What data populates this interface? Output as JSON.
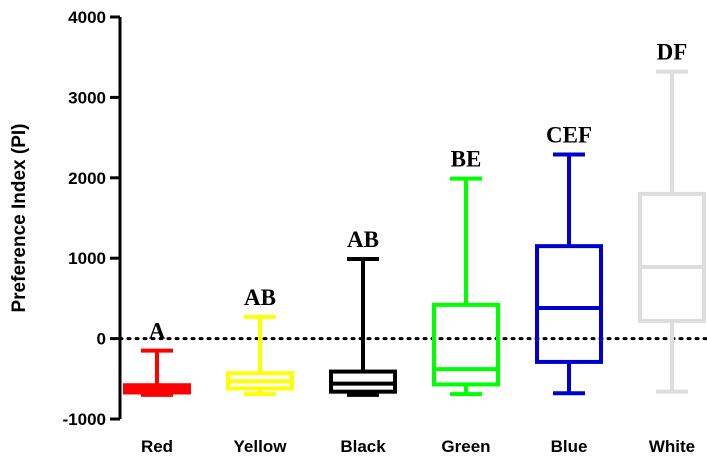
{
  "chart_data": {
    "type": "box",
    "title": "",
    "xlabel": "",
    "ylabel": "Preference Index (PI)",
    "ylim": [
      -1000,
      4000
    ],
    "yticks": [
      -1000,
      0,
      1000,
      2000,
      3000,
      4000
    ],
    "ytick_labels": [
      "-1000",
      "0",
      "1000",
      "2000",
      "3000",
      "4000"
    ],
    "reference_line": 0,
    "grid": false,
    "categories": [
      "Red",
      "Yellow",
      "Black",
      "Green",
      "Blue",
      "White"
    ],
    "series": [
      {
        "category": "Red",
        "color": "#ff0000",
        "min": -700,
        "q1": -670,
        "median": -620,
        "q3": -580,
        "max": -150,
        "letters": "A"
      },
      {
        "category": "Yellow",
        "color": "#ffff00",
        "min": -690,
        "q1": -620,
        "median": -530,
        "q3": -430,
        "max": 270,
        "letters": "AB"
      },
      {
        "category": "Black",
        "color": "#000000",
        "min": -700,
        "q1": -660,
        "median": -560,
        "q3": -410,
        "max": 990,
        "letters": "AB"
      },
      {
        "category": "Green",
        "color": "#00ff00",
        "min": -690,
        "q1": -570,
        "median": -380,
        "q3": 420,
        "max": 1990,
        "letters": "BE"
      },
      {
        "category": "Blue",
        "color": "#0000cc",
        "min": -680,
        "q1": -290,
        "median": 380,
        "q3": 1150,
        "max": 2290,
        "letters": "CEF"
      },
      {
        "category": "White",
        "color": "#dddddd",
        "min": -660,
        "q1": 220,
        "median": 890,
        "q3": 1800,
        "max": 3320,
        "letters": "DF"
      }
    ]
  }
}
